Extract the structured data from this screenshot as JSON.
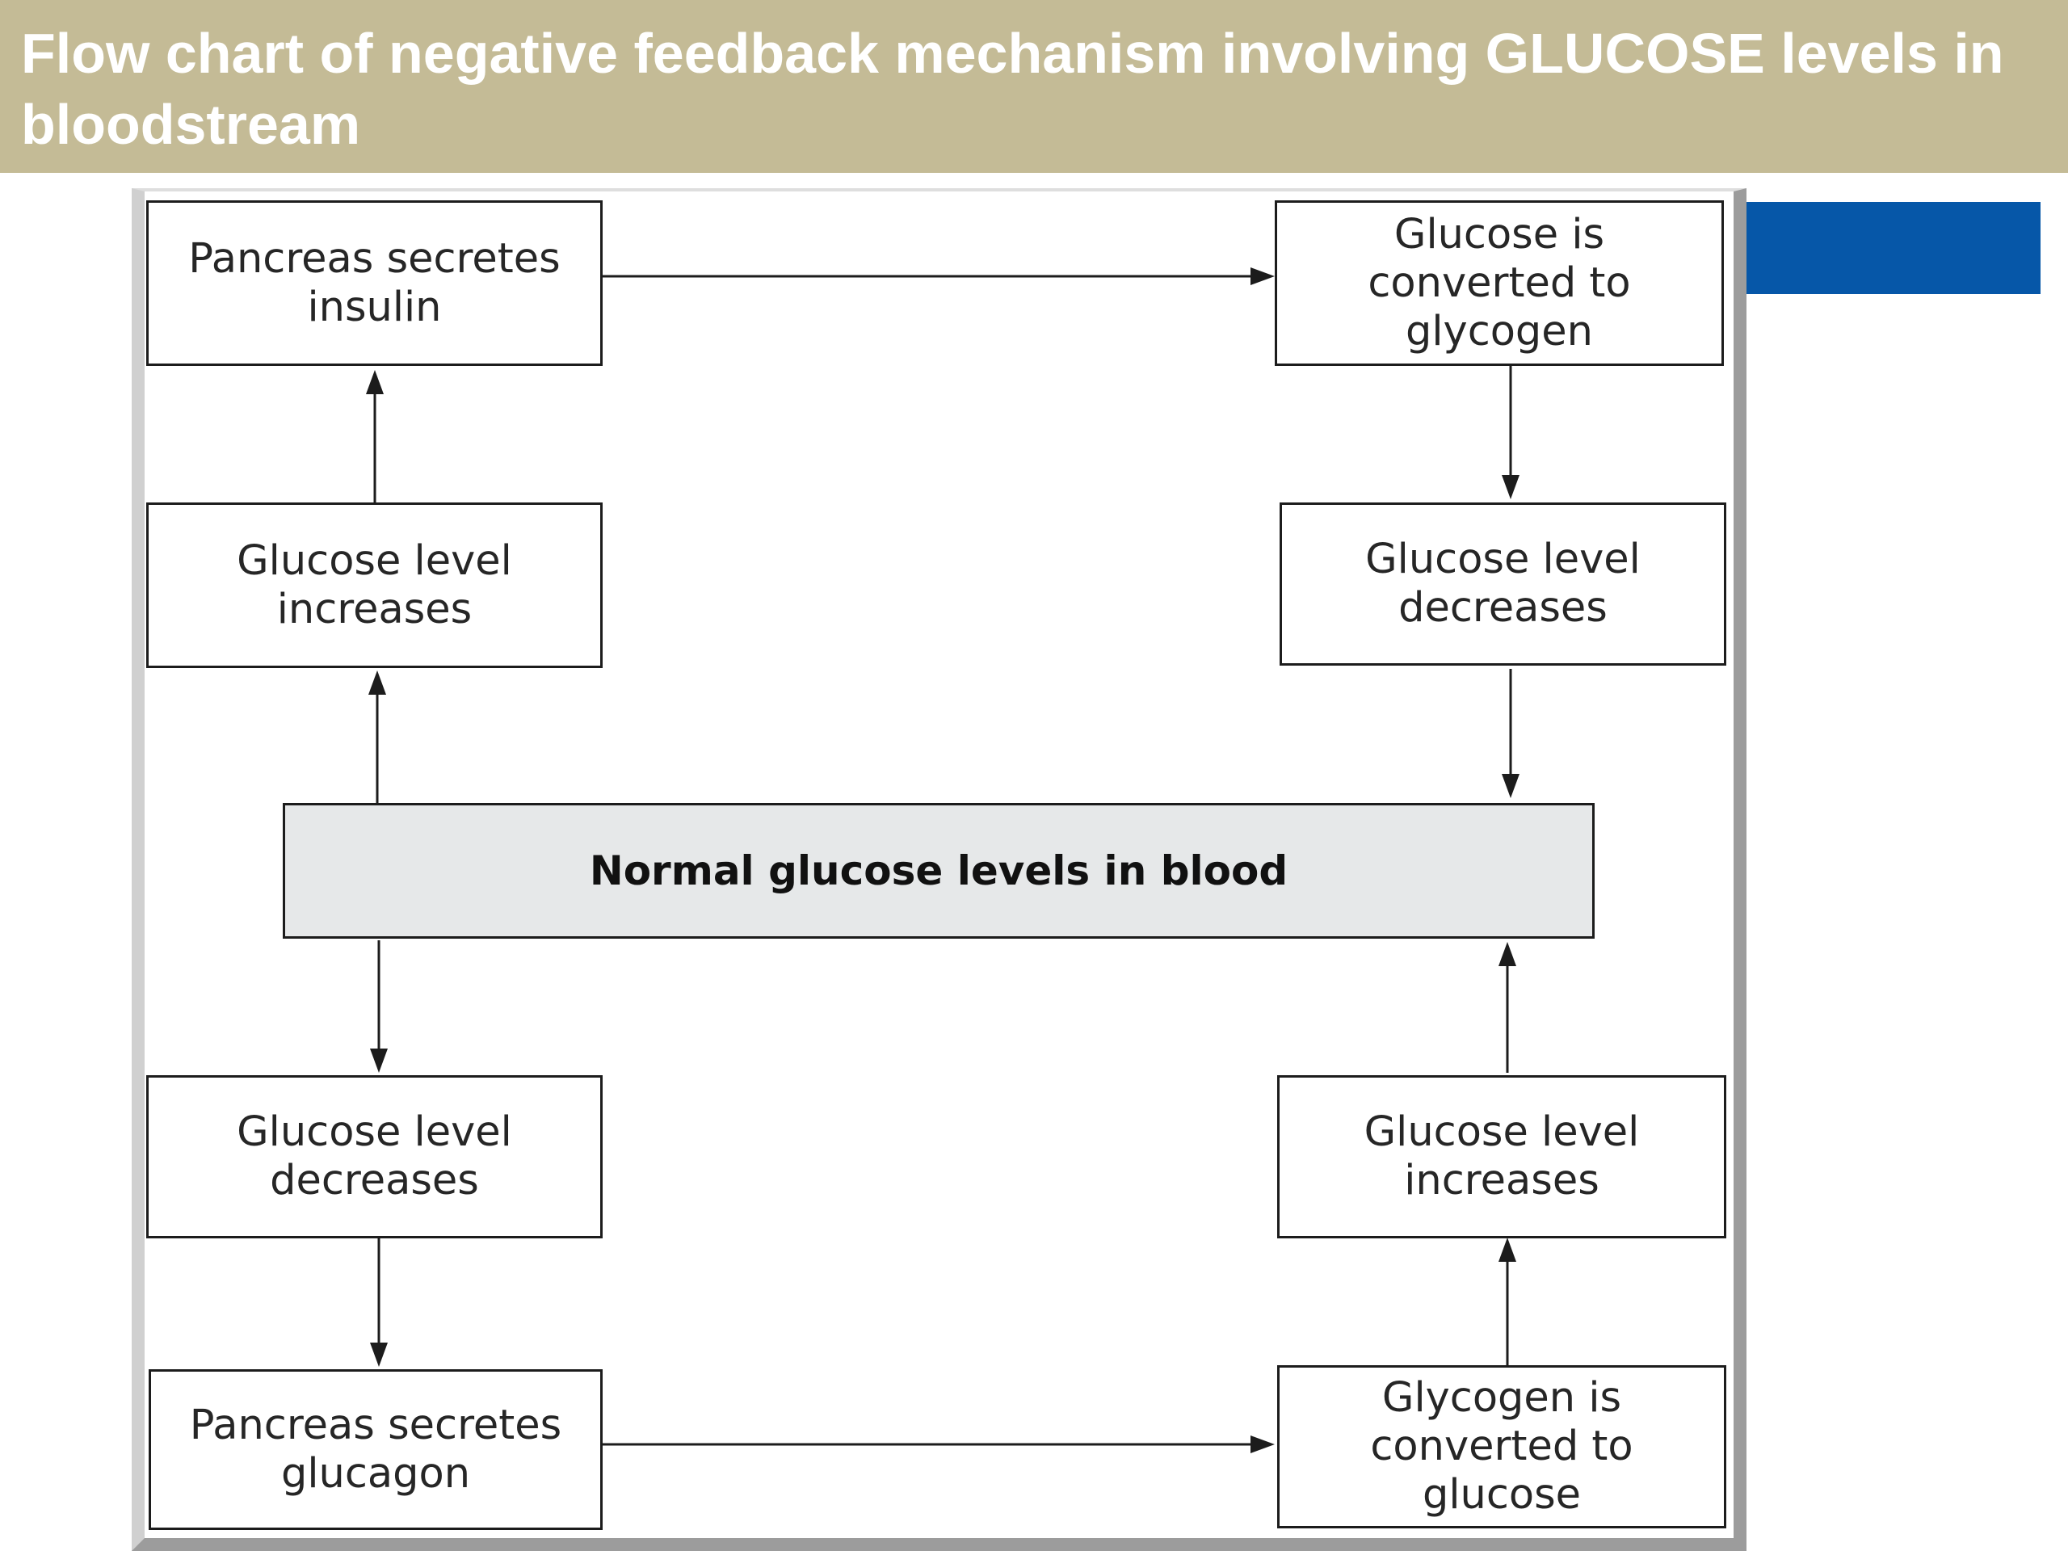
{
  "slide": {
    "title": "Flow chart of negative feedback mechanism involving GLUCOSE levels in bloodstream"
  },
  "flowchart": {
    "center": "Normal glucose levels in blood",
    "left_top": "Pancreas secretes insulin",
    "left_upper": "Glucose level increases",
    "right_top": "Glucose is converted to glycogen",
    "right_upper": "Glucose level decreases",
    "left_lower": "Glucose level decreases",
    "left_bottom": "Pancreas secretes glucagon",
    "right_lower": "Glucose level increases",
    "right_bottom": "Glycogen is converted to glucose"
  },
  "colors": {
    "title_bar": "#c4bb96",
    "title_text": "#ffffff",
    "accent_bar": "#0657a8",
    "center_fill": "#e6e8e9"
  }
}
